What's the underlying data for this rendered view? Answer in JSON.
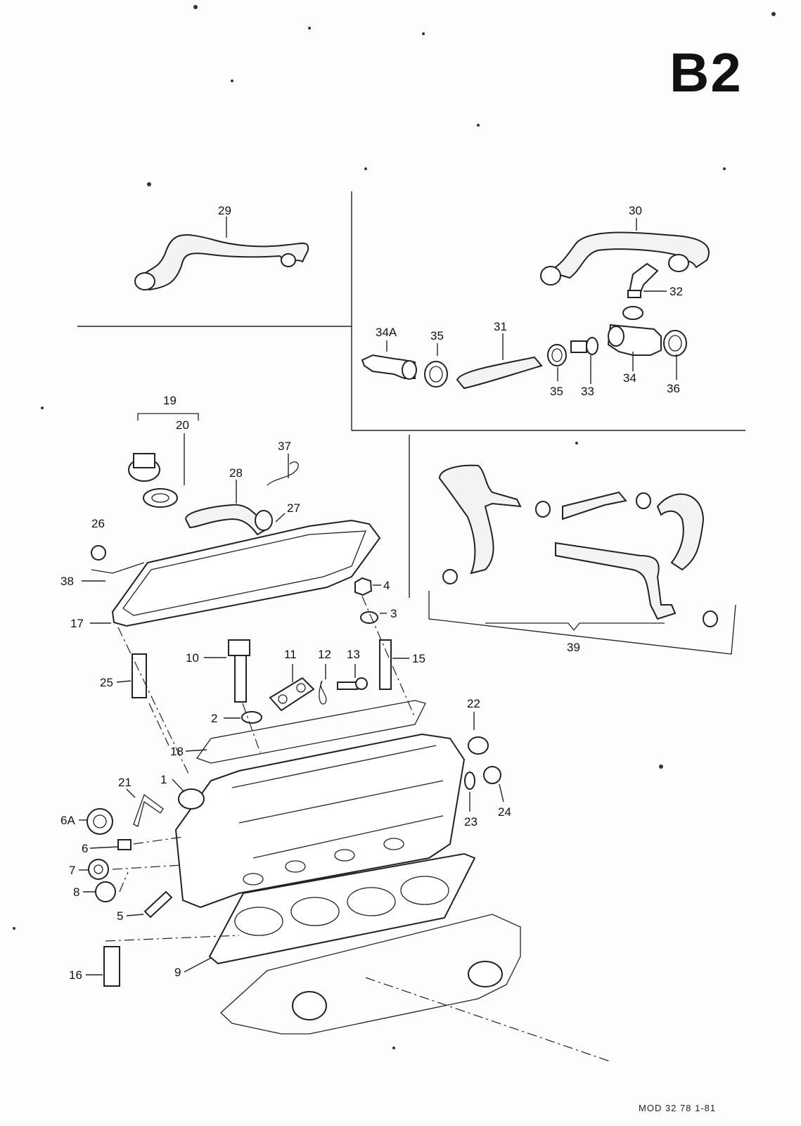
{
  "page_code": "B2",
  "footer_code": "MOD 32 78   1-81",
  "callouts": [
    {
      "id": "c29",
      "text": "29"
    },
    {
      "id": "c30",
      "text": "30"
    },
    {
      "id": "c32",
      "text": "32"
    },
    {
      "id": "c34a",
      "text": "34A"
    },
    {
      "id": "c35a",
      "text": "35"
    },
    {
      "id": "c31",
      "text": "31"
    },
    {
      "id": "c35b",
      "text": "35"
    },
    {
      "id": "c33",
      "text": "33"
    },
    {
      "id": "c34",
      "text": "34"
    },
    {
      "id": "c36",
      "text": "36"
    },
    {
      "id": "c19",
      "text": "19"
    },
    {
      "id": "c20",
      "text": "20"
    },
    {
      "id": "c37",
      "text": "37"
    },
    {
      "id": "c28",
      "text": "28"
    },
    {
      "id": "c27",
      "text": "27"
    },
    {
      "id": "c26",
      "text": "26"
    },
    {
      "id": "c38",
      "text": "38"
    },
    {
      "id": "c17",
      "text": "17"
    },
    {
      "id": "c4",
      "text": "4"
    },
    {
      "id": "c3",
      "text": "3"
    },
    {
      "id": "c39",
      "text": "39"
    },
    {
      "id": "c10",
      "text": "10"
    },
    {
      "id": "c11",
      "text": "11"
    },
    {
      "id": "c12",
      "text": "12"
    },
    {
      "id": "c13",
      "text": "13"
    },
    {
      "id": "c15",
      "text": "15"
    },
    {
      "id": "c25",
      "text": "25"
    },
    {
      "id": "c2",
      "text": "2"
    },
    {
      "id": "c22",
      "text": "22"
    },
    {
      "id": "c18",
      "text": "18"
    },
    {
      "id": "c1",
      "text": "1"
    },
    {
      "id": "c21",
      "text": "21"
    },
    {
      "id": "c24",
      "text": "24"
    },
    {
      "id": "c23",
      "text": "23"
    },
    {
      "id": "c6a",
      "text": "6A"
    },
    {
      "id": "c6",
      "text": "6"
    },
    {
      "id": "c7",
      "text": "7"
    },
    {
      "id": "c8",
      "text": "8"
    },
    {
      "id": "c5",
      "text": "5"
    },
    {
      "id": "c9",
      "text": "9"
    },
    {
      "id": "c16",
      "text": "16"
    }
  ]
}
